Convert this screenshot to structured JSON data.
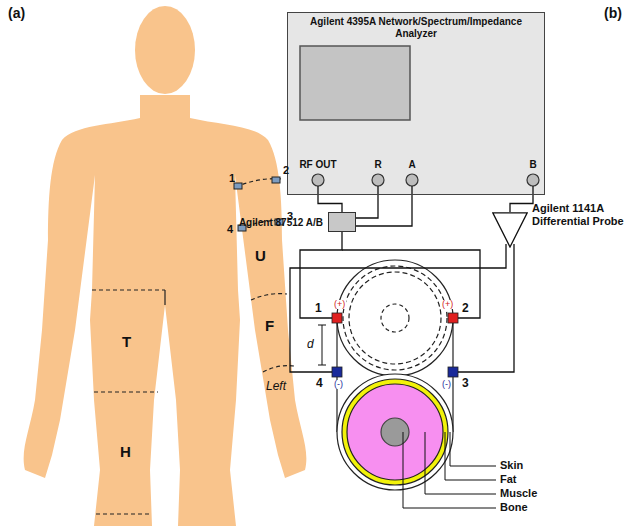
{
  "diagram": {
    "nodes": [
      {
        "text": [
          "Agilent 4395A Network/Spectrum/Impedance Analyzer"
        ]
      },
      {
        "text": [
          "Agilent 87512 A/B"
        ]
      },
      {
        "text": [
          "Agilent 1141A Differential Probe"
        ]
      }
    ],
    "edges": [
      {
        "from": 1,
        "to": 0,
        "arrow": "none"
      },
      {
        "from": 2,
        "to": 0,
        "arrow": "none"
      }
    ],
    "labels": [
      "(a)",
      "(b)",
      "1",
      "2",
      "3",
      "4",
      "U",
      "F",
      "Left",
      "T",
      "H",
      "RF OUT",
      "R",
      "A",
      "B",
      "1",
      "(+)",
      "2",
      "(+)",
      "4",
      "(-)",
      "3",
      "(-)",
      "d",
      "Bone",
      "Muscle",
      "Fat",
      "Skin"
    ]
  }
}
